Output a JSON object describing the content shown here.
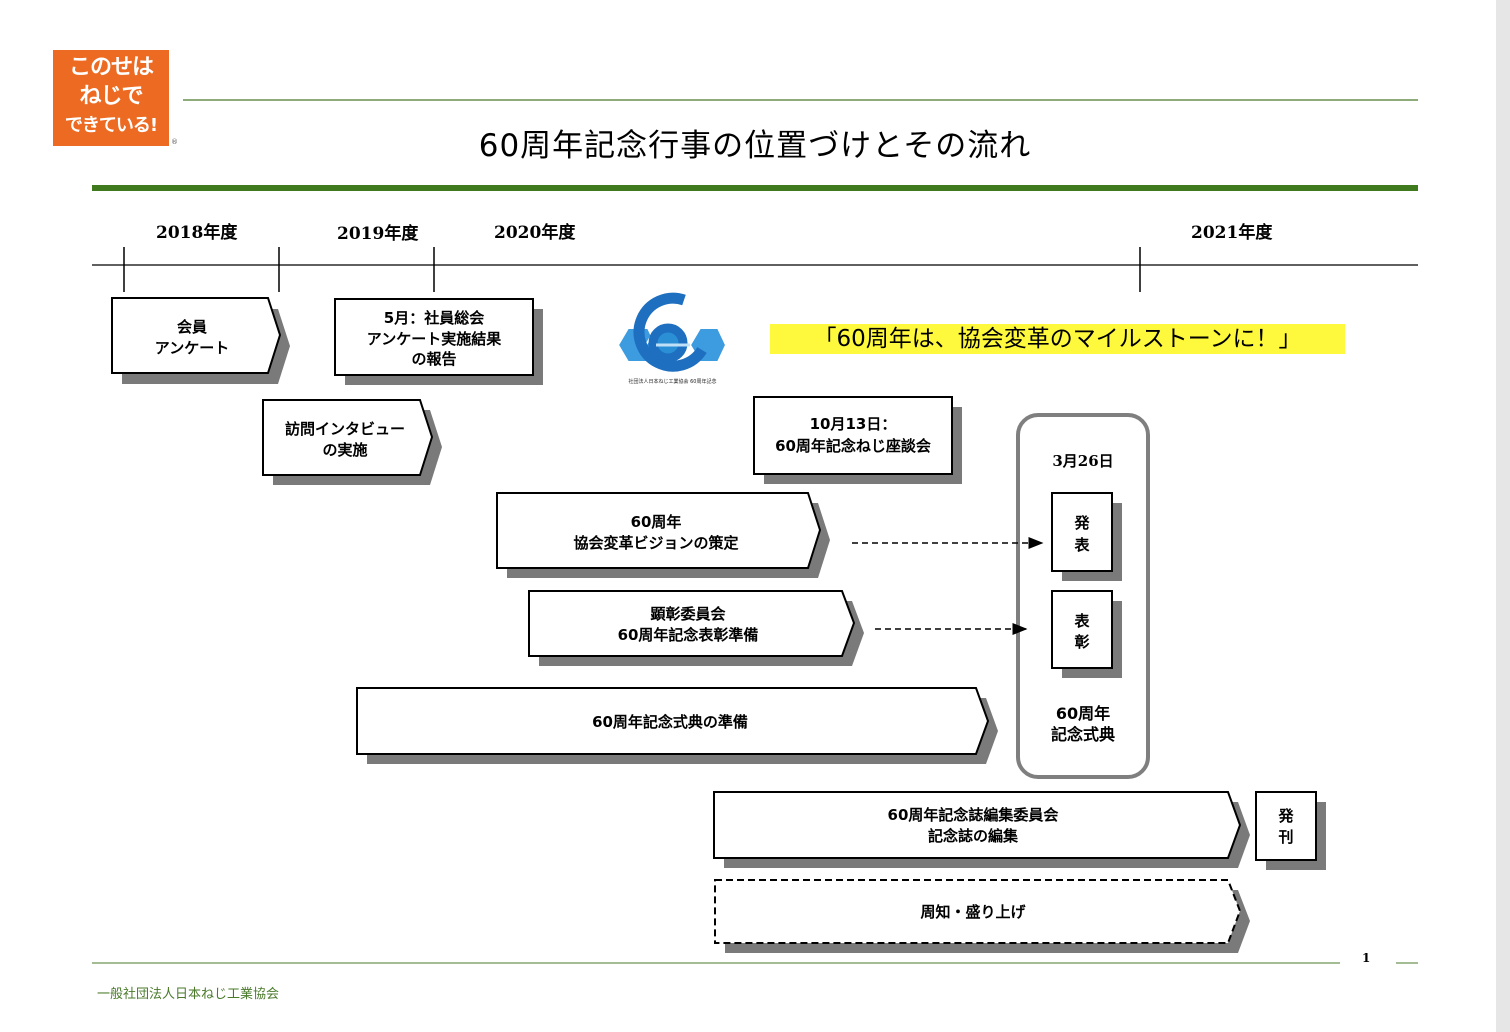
{
  "logo": {
    "lines": [
      "このせは",
      "ねじで",
      "できている!"
    ],
    "registered": "®"
  },
  "title": "60周年記念行事の位置づけとその流れ",
  "timeline": {
    "years": [
      "2018年度",
      "2019年度",
      "2020年度",
      "2021年度"
    ]
  },
  "tagline": "「60周年は、協会変革のマイルストーンに！」",
  "emblem": {
    "caption": "社団法人日本ねじ工業協会 60周年記念"
  },
  "activities": {
    "member_survey": [
      "会員",
      "アンケート"
    ],
    "visit_interview": [
      "訪問インタビュー",
      "の実施"
    ],
    "general_meeting": [
      "5月：社員総会",
      "アンケート実施結果",
      "の報告"
    ],
    "roundtable": [
      "10月13日：",
      "60周年記念ねじ座談会"
    ],
    "vision": [
      "60周年",
      "協会変革ビジョンの策定"
    ],
    "awards_committee": [
      "顕彰委員会",
      "60周年記念表彰準備"
    ],
    "ceremony_prep": [
      "60周年記念式典の準備"
    ],
    "magazine": [
      "60周年記念誌編集委員会",
      "記念誌の編集"
    ],
    "promotion": [
      "周知・盛り上げ"
    ],
    "announce": [
      "発",
      "表"
    ],
    "award": [
      "表",
      "彰"
    ],
    "publish": [
      "発",
      "刊"
    ]
  },
  "ceremony": {
    "date": "3月26日",
    "caption": [
      "60周年",
      "記念式典"
    ]
  },
  "page_number": "1",
  "footer": "一般社団法人日本ねじ工業協会",
  "colors": {
    "brand_orange": "#ec6a21",
    "green_rule": "#3f7a1f",
    "highlight_yellow": "#fff93d",
    "emblem_blue": "#2b8fd6",
    "shadow_gray": "#7a7a7a"
  }
}
